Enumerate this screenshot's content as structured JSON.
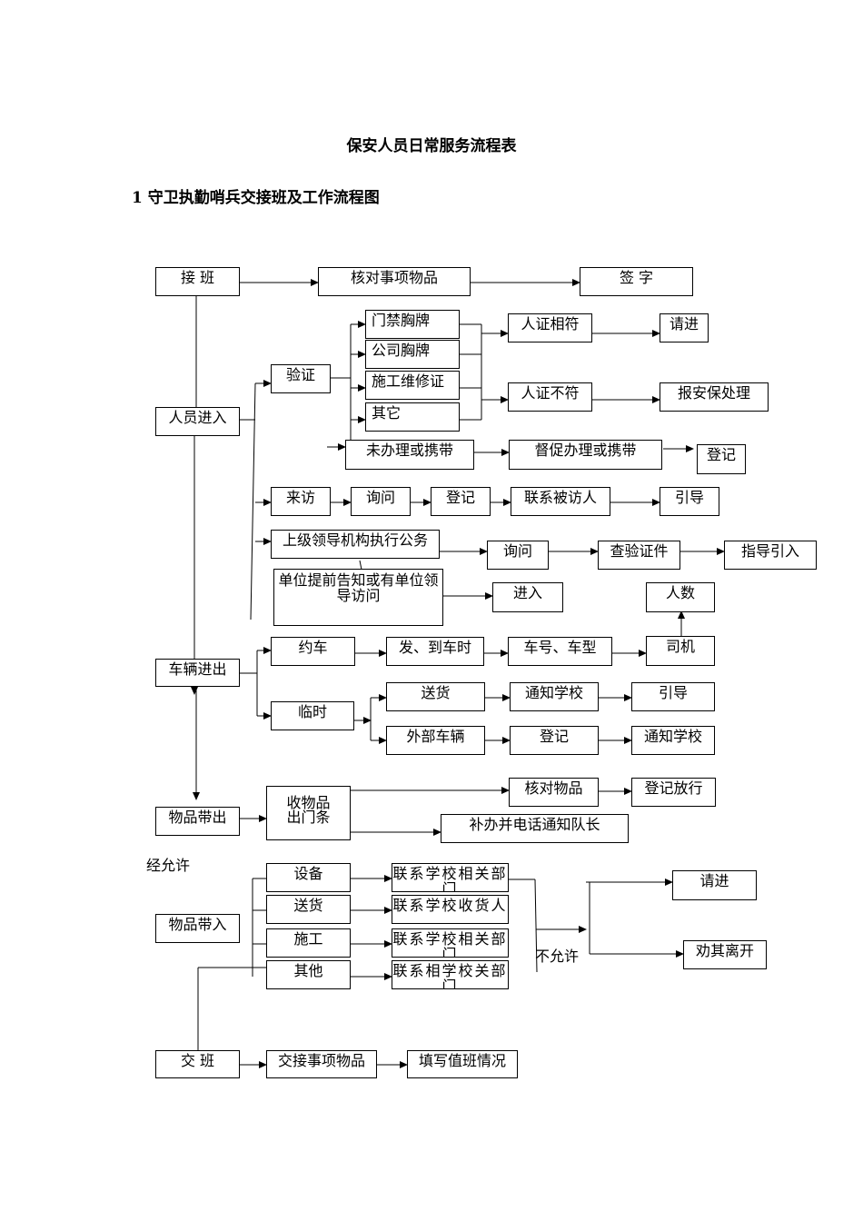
{
  "title": "保安人员日常服务流程表",
  "subtitle": "1 守卫执勤哨兵交接班及工作流程图",
  "nodes": {
    "jieban": "接 班",
    "hedui": "核对事项物品",
    "qianzi": "签 字",
    "menjin": "门禁胸牌",
    "gongsi": "公司胸牌",
    "shigong_zheng": "施工维修证",
    "qita1": "其它",
    "renzheng_xiangfu": "人证相符",
    "qingjin1": "请进",
    "renzheng_bufu": "人证不符",
    "baoan": "报安保处理",
    "yanzheng": "验证",
    "renyuan": "人员进入",
    "weibanli": "未办理或携带",
    "duchu": "督促办理或携带",
    "dengji1": "登记",
    "laifang": "来访",
    "xunwen1": "询问",
    "dengji2": "登记",
    "lianxi": "联系被访人",
    "yindao1": "引导",
    "shangji": "上级领导机构执行公务",
    "xunwen2": "询问",
    "chayan": "查验证件",
    "zhidao": "指导引入",
    "danwei": "单位提前告知或有单位领导访问",
    "jinru": "进入",
    "renshu": "人数",
    "yueche": "约车",
    "fadao": "发、到车时",
    "chehao": "车号、车型",
    "siji": "司机",
    "cheliang": "车辆进出",
    "songhuo1": "送货",
    "tongzhi1": "通知学校",
    "yindao2": "引导",
    "linshi": "临时",
    "waibu": "外部车辆",
    "dengji3": "登记",
    "tongzhi2": "通知学校",
    "shouwupin": "收物品出门条",
    "hedui_wupin": "核对物品",
    "dengji_fangxing": "登记放行",
    "wupin_dai_chu": "物品带出",
    "buban": "补办并电话通知队长",
    "shebei": "设备",
    "songhuo2": "送货",
    "shigong": "施工",
    "qita2": "其他",
    "lianxi_xiangguan1": "联系学校相关部门",
    "lianxi_shouhuo": "联系学校收货人",
    "lianxi_xiangguan2": "联系学校相关部门",
    "lianxi_xiangguan3": "联系相学校关部门",
    "wupin_dai_ru": "物品带入",
    "qingjin2": "请进",
    "quanqi": "劝其离开",
    "jiaoban": "交 班",
    "jiaojie": "交接事项物品",
    "tianxie": "填写值班情况"
  },
  "labels": {
    "jing_yunxu": "经允许",
    "bu_yunxu": "不允许"
  }
}
